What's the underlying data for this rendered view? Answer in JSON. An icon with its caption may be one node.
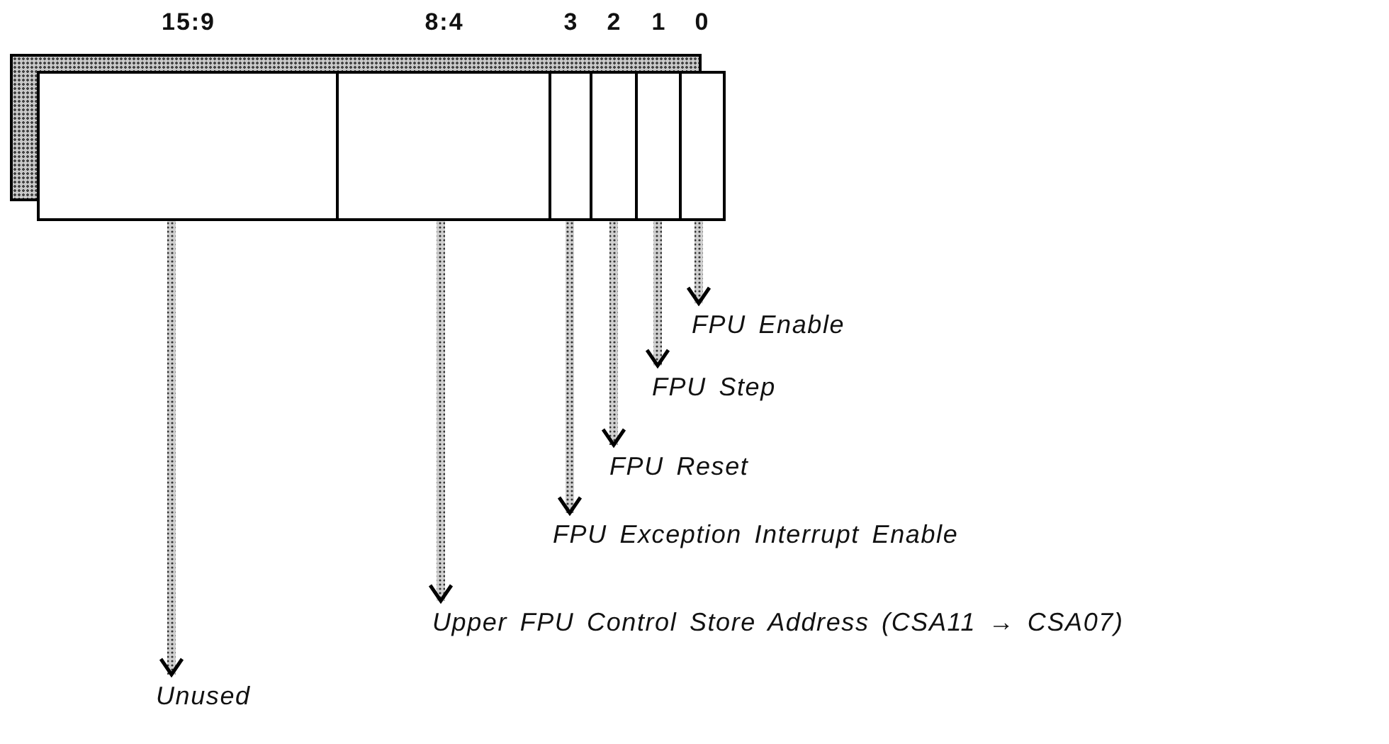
{
  "diagram": {
    "nodes": [
      {
        "text": [],
        "shape": "box",
        "beside": [
          "15:9"
        ]
      },
      {
        "text": [],
        "shape": "box",
        "beside": [
          "8:4"
        ]
      },
      {
        "text": [],
        "shape": "box",
        "beside": [
          "3"
        ]
      },
      {
        "text": [],
        "shape": "box",
        "beside": [
          "2"
        ]
      },
      {
        "text": [],
        "shape": "box",
        "beside": [
          "1"
        ]
      },
      {
        "text": [],
        "shape": "box",
        "beside": [
          "0"
        ]
      },
      {
        "text": [
          "FPU Enable"
        ]
      },
      {
        "text": [
          "FPU Step"
        ]
      },
      {
        "text": [
          "FPU Reset"
        ]
      },
      {
        "text": [
          "FPU Exception Interrupt Enable"
        ]
      },
      {
        "text": [
          "Upper FPU Control Store Address (CSA11 → CSA07)"
        ]
      },
      {
        "text": [
          "Unused"
        ]
      }
    ],
    "edges": [
      {
        "from": 5,
        "to": 6,
        "arrow": "to"
      },
      {
        "from": 4,
        "to": 7,
        "arrow": "to"
      },
      {
        "from": 3,
        "to": 8,
        "arrow": "to"
      },
      {
        "from": 2,
        "to": 9,
        "arrow": "to"
      },
      {
        "from": 1,
        "to": 10,
        "arrow": "to"
      },
      {
        "from": 0,
        "to": 11,
        "arrow": "to"
      }
    ]
  }
}
